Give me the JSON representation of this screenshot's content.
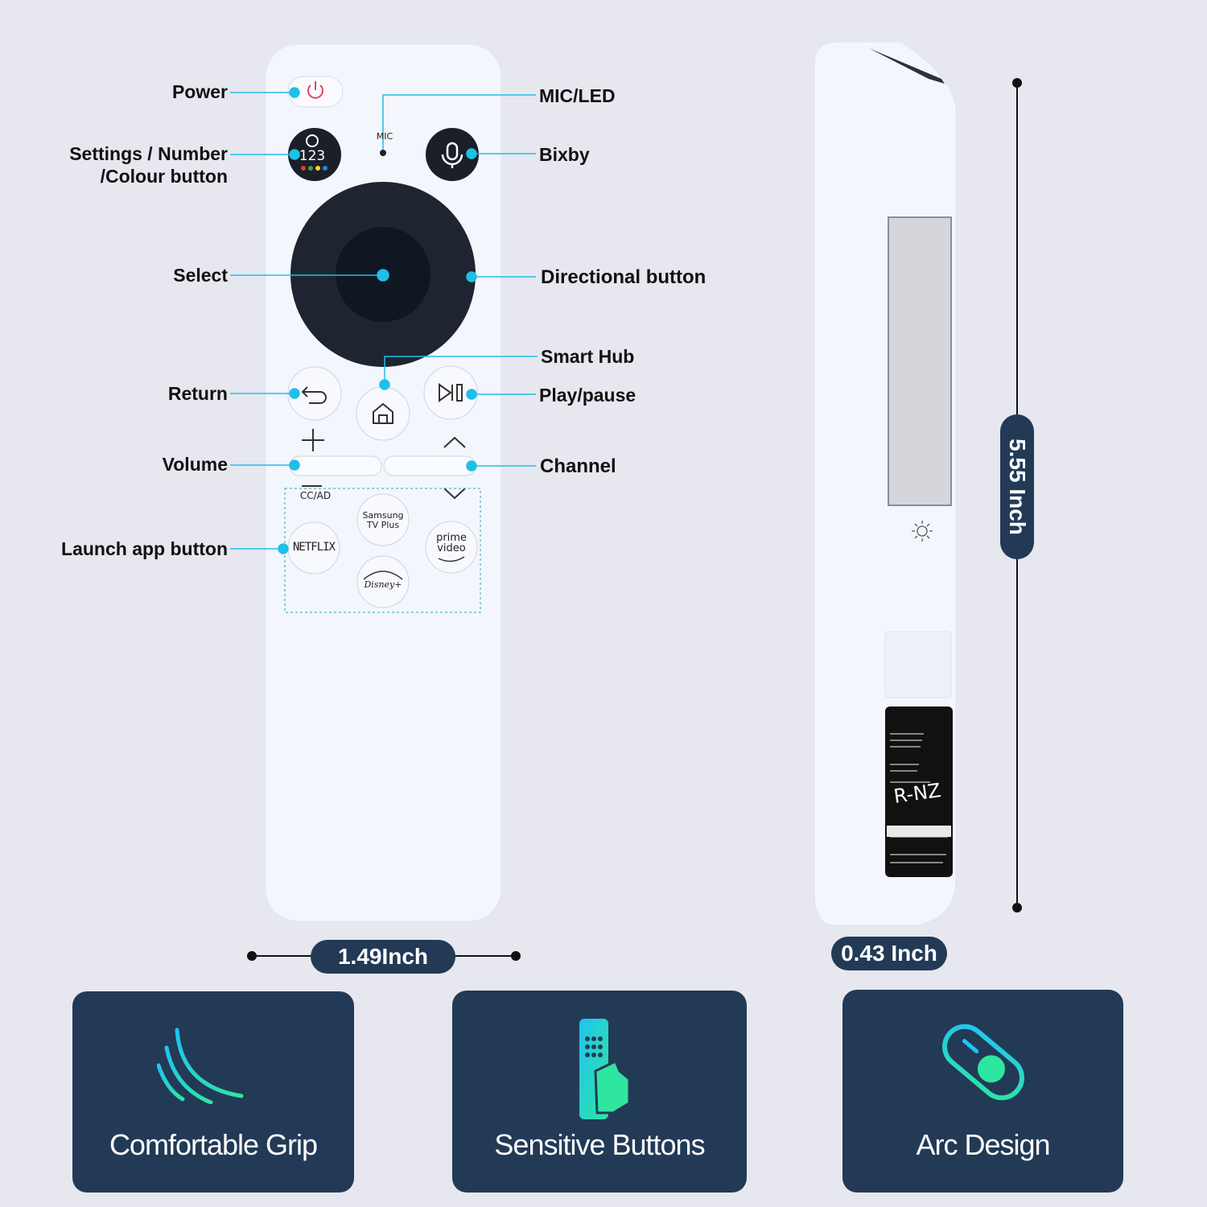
{
  "colors": {
    "background": "#e7e7ef",
    "callout": "#1ec0e8",
    "card": "#223a56",
    "remote": "#f4f6fd",
    "dpad": "#1e2530"
  },
  "callouts": {
    "power": "Power",
    "settings_line1": "Settings / Number",
    "settings_line2": "/Colour button",
    "select": "Select",
    "return": "Return",
    "volume": "Volume",
    "launch_app": "Launch app button",
    "mic_led": "MIC/LED",
    "bixby": "Bixby",
    "directional": "Directional button",
    "smart_hub": "Smart Hub",
    "play_pause": "Play/pause",
    "channel": "Channel"
  },
  "remote_front": {
    "mic_text": "MIC",
    "number_text": "123",
    "cc_ad": "CC/AD",
    "apps": {
      "netflix": "NETFLIX",
      "samsung_line1": "Samsung",
      "samsung_line2": "TV Plus",
      "prime_line1": "prime",
      "prime_line2": "video",
      "disney": "Disney+"
    }
  },
  "remote_back": {
    "label_text": "R-NZ"
  },
  "dimensions": {
    "width": "1.49Inch",
    "height": "5.55 Inch",
    "depth": "0.43 Inch"
  },
  "features": [
    {
      "label": "Comfortable Grip",
      "icon": "curve-lines-icon"
    },
    {
      "label": "Sensitive Buttons",
      "icon": "hand-remote-icon"
    },
    {
      "label": "Arc Design",
      "icon": "arc-remote-icon"
    }
  ]
}
